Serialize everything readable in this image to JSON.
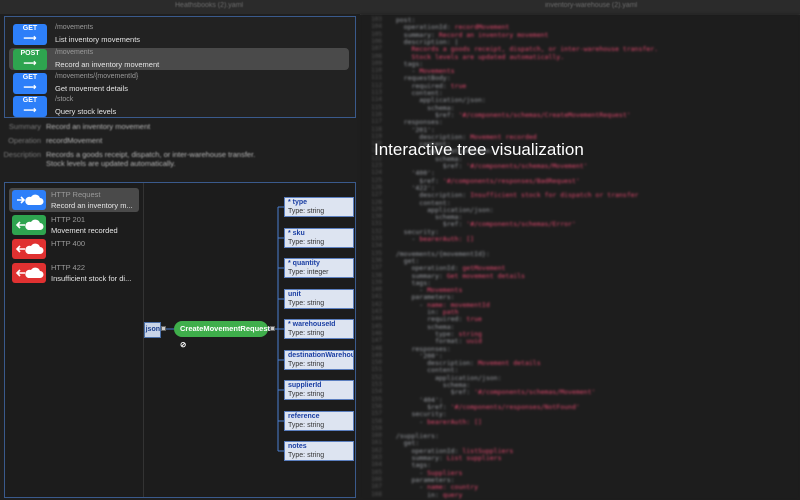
{
  "top_tabs": [
    "Heathsbooks (2).yaml",
    "inventory-warehouse (2).yaml"
  ],
  "endpoints": [
    {
      "method": "GET",
      "path": "/movements",
      "desc": "List inventory movements",
      "selected": false
    },
    {
      "method": "POST",
      "path": "/movements",
      "desc": "Record an inventory movement",
      "selected": true
    },
    {
      "method": "GET",
      "path": "/movements/{movementId}",
      "desc": "Get movement details",
      "selected": false
    },
    {
      "method": "GET",
      "path": "/stock",
      "desc": "Query stock levels",
      "selected": false
    }
  ],
  "details": {
    "summary_label": "Summary",
    "summary": "Record an inventory movement",
    "operation_label": "Operation",
    "operation": "recordMovement",
    "description_label": "Description",
    "description_1": "Records a goods receipt, dispatch, or inter-warehouse transfer.",
    "description_2": "Stock levels are updated automatically."
  },
  "responses": [
    {
      "title": "HTTP Request",
      "subtitle": "Record an inventory m...",
      "color": "blue",
      "direction": "out",
      "selected": true
    },
    {
      "title": "HTTP 201",
      "subtitle": "Movement recorded",
      "color": "green",
      "direction": "in",
      "selected": false
    },
    {
      "title": "HTTP 400",
      "subtitle": "",
      "color": "red",
      "direction": "in",
      "selected": false
    },
    {
      "title": "HTTP 422",
      "subtitle": "Insufficient stock for di...",
      "color": "red",
      "direction": "in",
      "selected": false
    }
  ],
  "tree": {
    "partial_label": "json",
    "root_label": "CreateMovementRequest",
    "nodes": [
      {
        "key": "* type",
        "type": "Type: string"
      },
      {
        "key": "* sku",
        "type": "Type: string"
      },
      {
        "key": "* quantity",
        "type": "Type: integer"
      },
      {
        "key": "unit",
        "type": "Type: string"
      },
      {
        "key": "* warehouseId",
        "type": "Type: string"
      },
      {
        "key": "destinationWarehouseId",
        "type": "Type: string"
      },
      {
        "key": "supplierId",
        "type": "Type: string"
      },
      {
        "key": "reference",
        "type": "Type: string"
      },
      {
        "key": "notes",
        "type": "Type: string"
      }
    ]
  },
  "caption": "Interactive tree visualization",
  "code_lines": [
    [
      "  post:",
      ""
    ],
    [
      "    operationId: ",
      "recordMovement"
    ],
    [
      "    summary: ",
      "Record an inventory movement"
    ],
    [
      "    description: |",
      ""
    ],
    [
      "      ",
      "Records a goods receipt, dispatch, or inter-warehouse transfer."
    ],
    [
      "      ",
      "Stock levels are updated automatically."
    ],
    [
      "    tags:",
      ""
    ],
    [
      "      - ",
      "Movements"
    ],
    [
      "    requestBody:",
      ""
    ],
    [
      "      required: ",
      "true"
    ],
    [
      "      content:",
      ""
    ],
    [
      "        application/json:",
      ""
    ],
    [
      "          schema:",
      ""
    ],
    [
      "            $ref: ",
      "'#/components/schemas/CreateMovementRequest'"
    ],
    [
      "    responses:",
      ""
    ],
    [
      "      '201':",
      ""
    ],
    [
      "        description: ",
      "Movement recorded"
    ],
    [
      "        content:",
      ""
    ],
    [
      "          application/json:",
      ""
    ],
    [
      "            schema:",
      ""
    ],
    [
      "              $ref: ",
      "'#/components/schemas/Movement'"
    ],
    [
      "      '400':",
      ""
    ],
    [
      "        $ref: ",
      "'#/components/responses/BadRequest'"
    ],
    [
      "      '422':",
      ""
    ],
    [
      "        description: ",
      "Insufficient stock for dispatch or transfer"
    ],
    [
      "        content:",
      ""
    ],
    [
      "          application/json:",
      ""
    ],
    [
      "            schema:",
      ""
    ],
    [
      "              $ref: ",
      "'#/components/schemas/Error'"
    ],
    [
      "    security:",
      ""
    ],
    [
      "      - ",
      "bearerAuth: []"
    ],
    [
      "",
      ""
    ],
    [
      "  /movements/{movementId}:",
      ""
    ],
    [
      "    get:",
      ""
    ],
    [
      "      operationId: ",
      "getMovement"
    ],
    [
      "      summary: ",
      "Get movement details"
    ],
    [
      "      tags:",
      ""
    ],
    [
      "        - ",
      "Movements"
    ],
    [
      "      parameters:",
      ""
    ],
    [
      "        - ",
      "name: movementId"
    ],
    [
      "          in: ",
      "path"
    ],
    [
      "          required: ",
      "true"
    ],
    [
      "          schema:",
      ""
    ],
    [
      "            type: ",
      "string"
    ],
    [
      "            format: ",
      "uuid"
    ],
    [
      "      responses:",
      ""
    ],
    [
      "        '200':",
      ""
    ],
    [
      "          description: ",
      "Movement details"
    ],
    [
      "          content:",
      ""
    ],
    [
      "            application/json:",
      ""
    ],
    [
      "              schema:",
      ""
    ],
    [
      "                $ref: ",
      "'#/components/schemas/Movement'"
    ],
    [
      "        '404':",
      ""
    ],
    [
      "          $ref: ",
      "'#/components/responses/NotFound'"
    ],
    [
      "      security:",
      ""
    ],
    [
      "        - ",
      "bearerAuth: []"
    ],
    [
      "",
      ""
    ],
    [
      "  /suppliers:",
      ""
    ],
    [
      "    get:",
      ""
    ],
    [
      "      operationId: ",
      "listSuppliers"
    ],
    [
      "      summary: ",
      "List suppliers"
    ],
    [
      "      tags:",
      ""
    ],
    [
      "        - ",
      "Suppliers"
    ],
    [
      "      parameters:",
      ""
    ],
    [
      "        - ",
      "name: country"
    ],
    [
      "          in: ",
      "query"
    ]
  ],
  "code_start_line": 103
}
